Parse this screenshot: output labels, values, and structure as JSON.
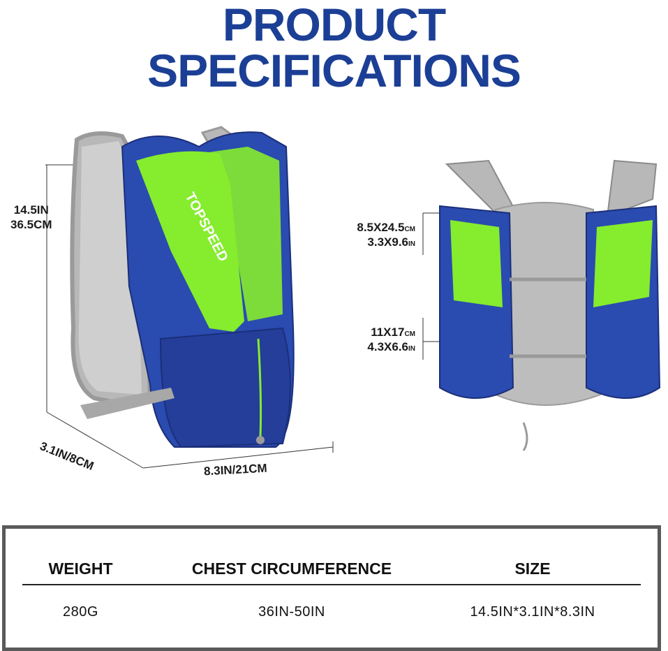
{
  "title": {
    "line1": "PRODUCT",
    "line2": "SPECIFICATIONS"
  },
  "front_dimensions": {
    "height_in": "14.5IN",
    "height_cm": "36.5CM",
    "depth": "3.1IN/8CM",
    "width": "8.3IN/21CM"
  },
  "back_dimensions": {
    "upper_pocket_cm_value": "8.5X24.5",
    "upper_pocket_cm_unit": "CM",
    "upper_pocket_in_value": "3.3X9.6",
    "upper_pocket_in_unit": "IN",
    "lower_pocket_cm_value": "11X17",
    "lower_pocket_cm_unit": "CM",
    "lower_pocket_in_value": "4.3X6.6",
    "lower_pocket_in_unit": "IN"
  },
  "brand_text": "TOPSPEED",
  "specs_table": {
    "headers": [
      "WEIGHT",
      "CHEST CIRCUMFERENCE",
      "SIZE"
    ],
    "values": [
      "280G",
      "36IN-50IN",
      "14.5IN*3.1IN*8.3IN"
    ]
  },
  "colors": {
    "title_blue": "#1c3f96",
    "vest_blue": "#2a4bb0",
    "vest_green": "#86ec2e",
    "mesh_gray": "#bdbdbd"
  }
}
